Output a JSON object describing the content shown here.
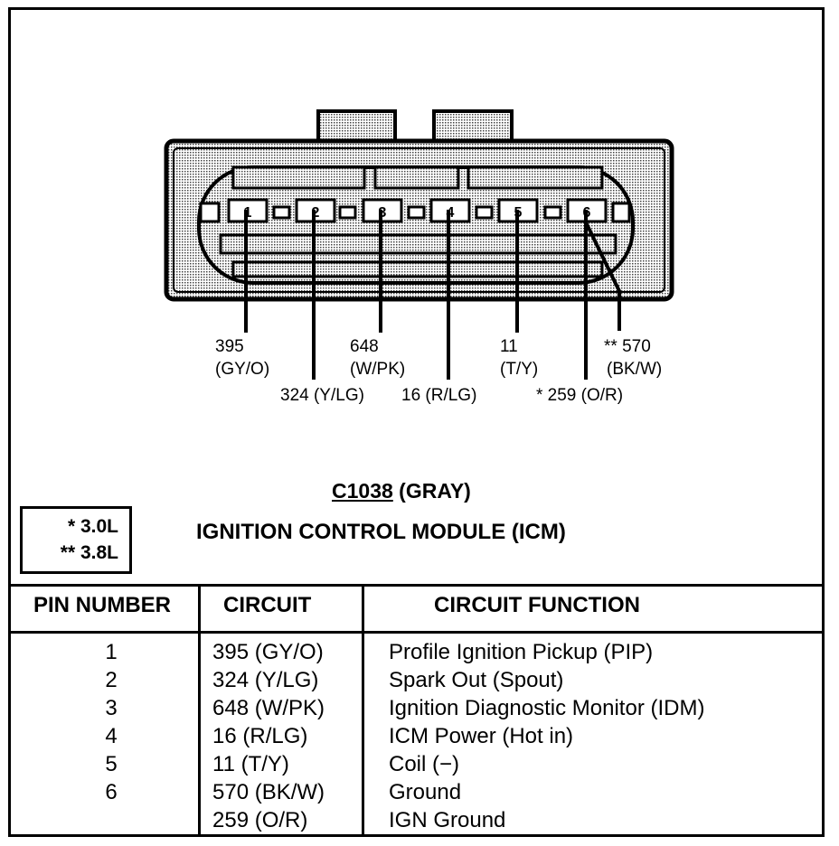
{
  "connector": {
    "pins": [
      "1",
      "2",
      "3",
      "4",
      "5",
      "6"
    ],
    "wire_labels": [
      {
        "circuit": "395",
        "color": "(GY/O)"
      },
      {
        "circuit": "648",
        "color": "(W/PK)"
      },
      {
        "circuit": "11",
        "color": "(T/Y)"
      },
      {
        "circuit": "** 570",
        "color": "(BK/W)"
      },
      {
        "text": "324 (Y/LG)"
      },
      {
        "text": "16 (R/LG)"
      },
      {
        "text": "* 259 (O/R)"
      }
    ],
    "id": "C1038",
    "color_name": "(GRAY)",
    "module_name": "IGNITION CONTROL MODULE (ICM)"
  },
  "legend": {
    "line1": "* 3.0L",
    "line2": "** 3.8L"
  },
  "table": {
    "headers": [
      "PIN NUMBER",
      "CIRCUIT",
      "CIRCUIT FUNCTION"
    ],
    "pin_numbers": [
      "1",
      "2",
      "3",
      "4",
      "5",
      "6",
      ""
    ],
    "circuits": [
      "395 (GY/O)",
      "324 (Y/LG)",
      "648 (W/PK)",
      "16 (R/LG)",
      "11 (T/Y)",
      "570 (BK/W)",
      "259 (O/R)"
    ],
    "functions": [
      "Profile Ignition Pickup (PIP)",
      "Spark Out (Spout)",
      "Ignition Diagnostic Monitor (IDM)",
      "ICM Power (Hot in)",
      "Coil (−)",
      "Ground",
      "IGN Ground"
    ]
  }
}
